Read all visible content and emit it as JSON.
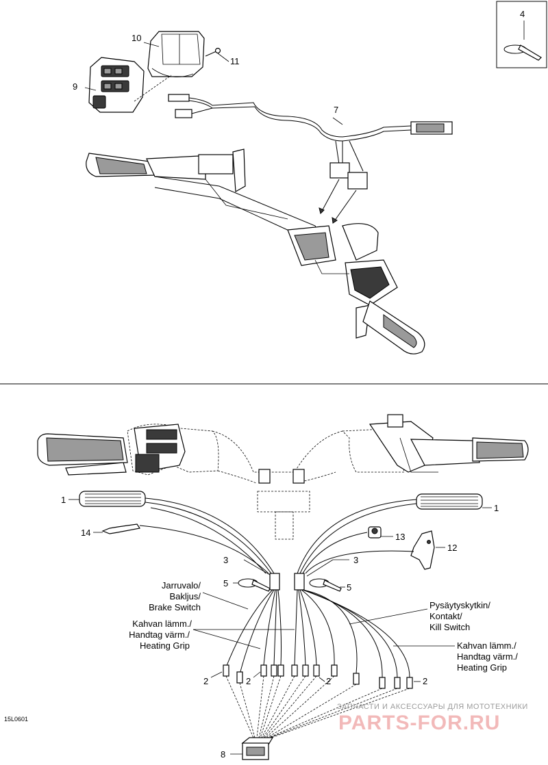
{
  "callouts": {
    "c1": "1",
    "c2": "2",
    "c3": "3",
    "c4": "4",
    "c5": "5",
    "c7": "7",
    "c8": "8",
    "c9": "9",
    "c10": "10",
    "c11": "11",
    "c12": "12",
    "c13": "13",
    "c14": "14"
  },
  "labels": {
    "brake_switch": [
      "Jarruvalo/",
      "Bakljus/",
      "Brake Switch"
    ],
    "heating_grip_left": [
      "Kahvan lämm./",
      "Handtag värm./",
      "Heating Grip"
    ],
    "kill_switch": [
      "Pysäytyskytkin/",
      "Kontakt/",
      "Kill Switch"
    ],
    "heating_grip_right": [
      "Kahvan lämm./",
      "Handtag värm./",
      "Heating Grip"
    ]
  },
  "figure_code": "15L0601",
  "watermark": {
    "line1": "ЗАПЧАСТИ И АКСЕССУАРЫ ДЛЯ МОТОТЕХНИКИ",
    "line2": "PARTS-FOR.RU"
  },
  "colors": {
    "line": "#000000",
    "watermark_text": "#9a9a9a",
    "watermark_logo": "#f2b9b9"
  }
}
